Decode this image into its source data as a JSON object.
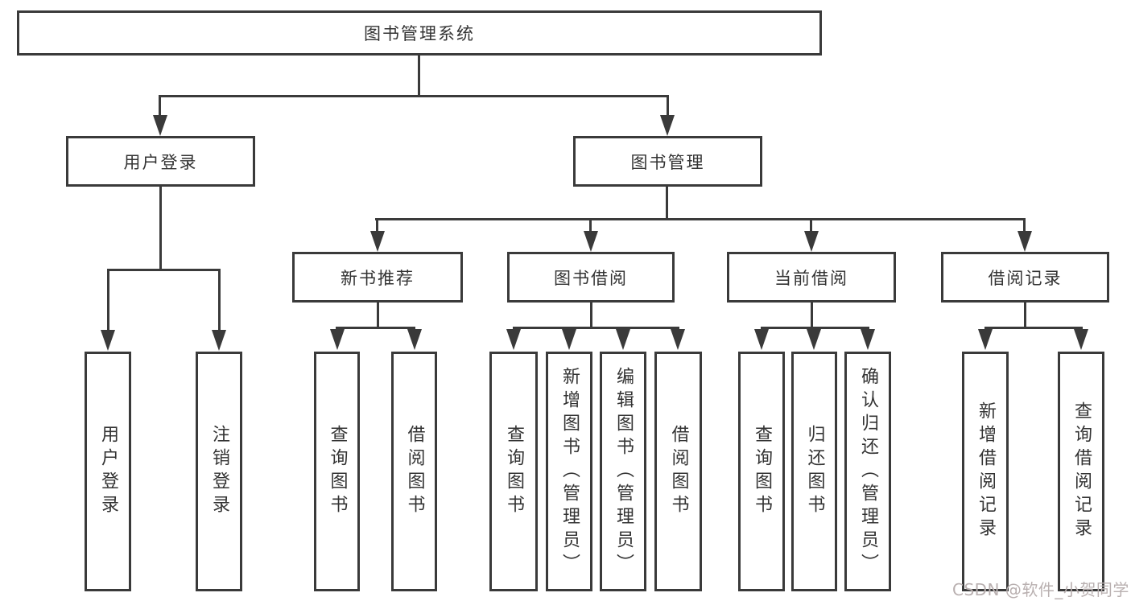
{
  "style": {
    "line_color": "#3a3a3a",
    "text_color": "#333333",
    "background": "#ffffff",
    "watermark_color": "#b9b0b0"
  },
  "watermark": {
    "text": "CSDN @软件_小贺同学"
  },
  "tree": {
    "label": "图书管理系统",
    "children": [
      {
        "label": "用户登录",
        "children": [
          {
            "label": "用户登录"
          },
          {
            "label": "注销登录"
          }
        ]
      },
      {
        "label": "图书管理",
        "children": [
          {
            "label": "新书推荐",
            "children": [
              {
                "label": "查询图书"
              },
              {
                "label": "借阅图书"
              }
            ]
          },
          {
            "label": "图书借阅",
            "children": [
              {
                "label": "查询图书"
              },
              {
                "label": "新增图书（管理员）"
              },
              {
                "label": "编辑图书（管理员）"
              },
              {
                "label": "借阅图书"
              }
            ]
          },
          {
            "label": "当前借阅",
            "children": [
              {
                "label": "查询图书"
              },
              {
                "label": "归还图书"
              },
              {
                "label": "确认归还（管理员）"
              }
            ]
          },
          {
            "label": "借阅记录",
            "children": [
              {
                "label": "新增借阅记录"
              },
              {
                "label": "查询借阅记录"
              }
            ]
          }
        ]
      }
    ]
  }
}
